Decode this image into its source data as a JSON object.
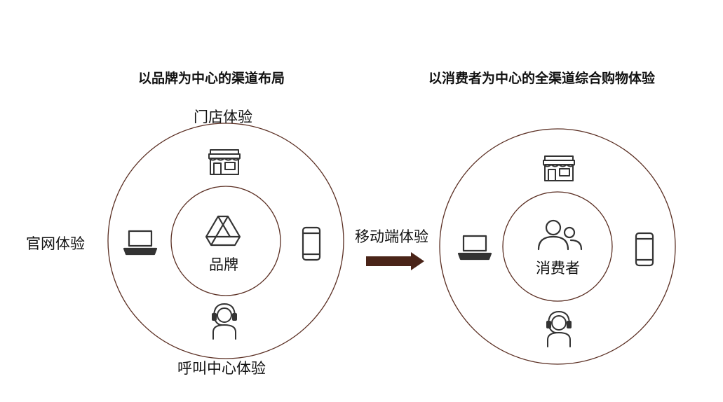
{
  "left_diagram": {
    "heading": "以品牌为中心的渠道布局",
    "center_label": "品牌",
    "top_label": "门店体验",
    "left_label": "官网体验",
    "bottom_label": "呼叫中心体验",
    "icons": {
      "center": "brand-logo-icon",
      "top": "store-icon",
      "left": "laptop-icon",
      "right": "smartphone-icon",
      "bottom": "headset-agent-icon"
    }
  },
  "transition": {
    "label": "移动端体验",
    "icon": "arrow-right-icon"
  },
  "right_diagram": {
    "heading": "以消费者为中心的全渠道综合购物体验",
    "center_label": "消费者",
    "icons": {
      "center": "users-icon",
      "top": "store-icon",
      "left": "laptop-icon",
      "right": "smartphone-icon",
      "bottom": "headset-agent-icon"
    }
  },
  "colors": {
    "ring": "#5a2e22",
    "arrow": "#4a2418",
    "icon": "#333333",
    "text": "#111111"
  }
}
